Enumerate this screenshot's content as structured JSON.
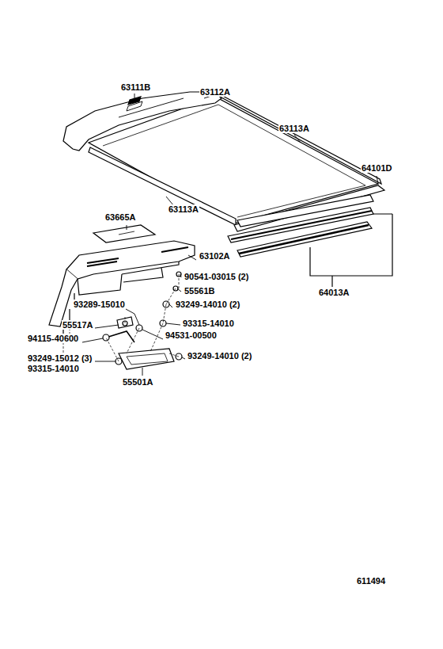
{
  "diagram": {
    "labels": [
      "63111B",
      "63112A",
      "63113A",
      "64101D",
      "63113A",
      "63665A",
      "63102A",
      "64013A",
      "90541-03015 (2)",
      "55561B",
      "93289-15010",
      "93249-14010 (2)",
      "55517A",
      "93315-14010",
      "94115-40600",
      "94531-00500",
      "93249-15012 (3)",
      "93315-14010",
      "93249-14010 (2)",
      "55501A",
      "611494"
    ]
  }
}
